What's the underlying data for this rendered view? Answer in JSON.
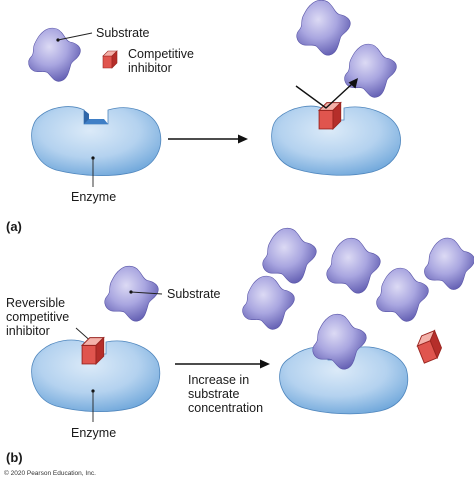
{
  "panel_a": {
    "tag": "(a)",
    "substrate_label": "Substrate",
    "inhibitor_label_line1": "Competitive",
    "inhibitor_label_line2": "inhibitor",
    "enzyme_label": "Enzyme"
  },
  "panel_b": {
    "tag": "(b)",
    "inhibitor_label_line1": "Reversible",
    "inhibitor_label_line2": "competitive",
    "inhibitor_label_line3": "inhibitor",
    "substrate_label": "Substrate",
    "enzyme_label": "Enzyme",
    "arrow_caption_line1": "Increase in",
    "arrow_caption_line2": "substrate",
    "arrow_caption_line3": "concentration"
  },
  "copyright": "© 2020 Pearson Education, Inc.",
  "colors": {
    "enzyme_light": "#bcd8f1",
    "enzyme_dark": "#5e9bd3",
    "substrate_light": "#b3b1e4",
    "substrate_dark": "#6a66b6",
    "inhibitor_front": "#e0554e",
    "inhibitor_top": "#f4b2aa",
    "inhibitor_side": "#b52e2a"
  }
}
